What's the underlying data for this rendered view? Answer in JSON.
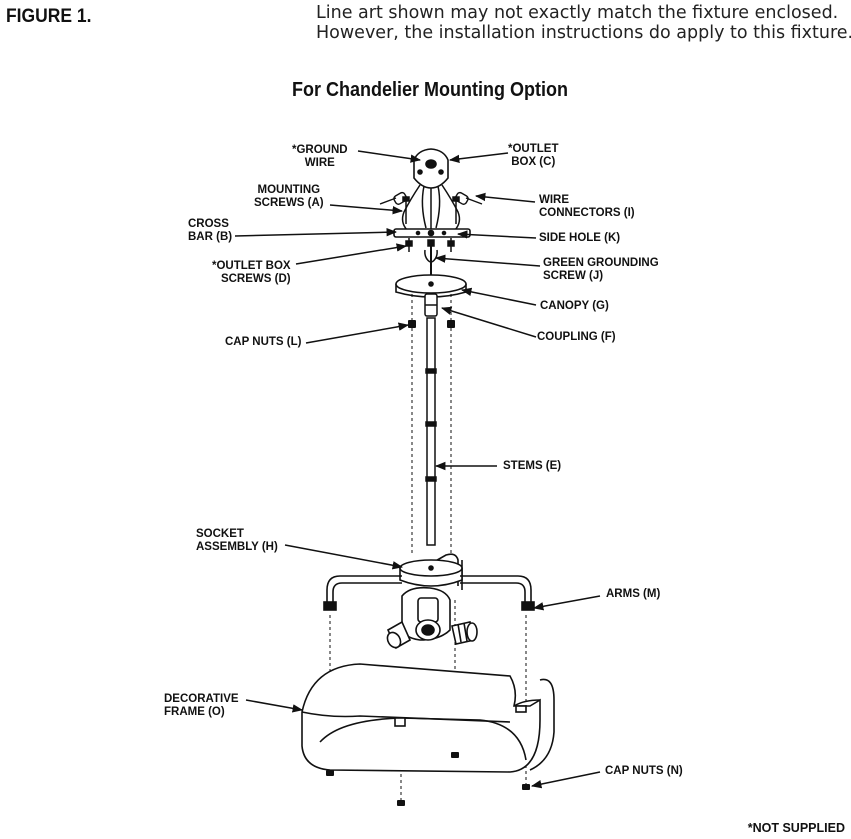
{
  "header": {
    "figure_title": "FIGURE 1.",
    "disclaimer_line1": "Line art shown may not exactly match the fixture enclosed.",
    "disclaimer_line2": "However, the installation instructions do apply to this fixture.",
    "subtitle": "For Chandelier Mounting Option"
  },
  "labels": {
    "ground_wire": [
      "*GROUND",
      "WIRE"
    ],
    "outlet_box": [
      "*OUTLET",
      "BOX (C)"
    ],
    "mounting_screws": [
      "MOUNTING",
      "SCREWS (A)"
    ],
    "wire_connectors": [
      "WIRE",
      "CONNECTORS (I)"
    ],
    "cross_bar": [
      "CROSS",
      "BAR (B)"
    ],
    "side_hole": "SIDE HOLE (K)",
    "outlet_box_screws": [
      "*OUTLET BOX",
      "SCREWS (D)"
    ],
    "green_grounding_screw": [
      "GREEN GROUNDING",
      "SCREW (J)"
    ],
    "canopy": "CANOPY (G)",
    "coupling": "COUPLING (F)",
    "cap_nuts_l": "CAP NUTS (L)",
    "stems": "STEMS (E)",
    "socket_assembly": [
      "SOCKET",
      "ASSEMBLY (H)"
    ],
    "arms": "ARMS (M)",
    "decorative_frame": [
      "DECORATIVE",
      "FRAME (O)"
    ],
    "cap_nuts_n": "CAP NUTS (N)"
  },
  "footer": {
    "not_supplied": "*NOT SUPPLIED"
  }
}
